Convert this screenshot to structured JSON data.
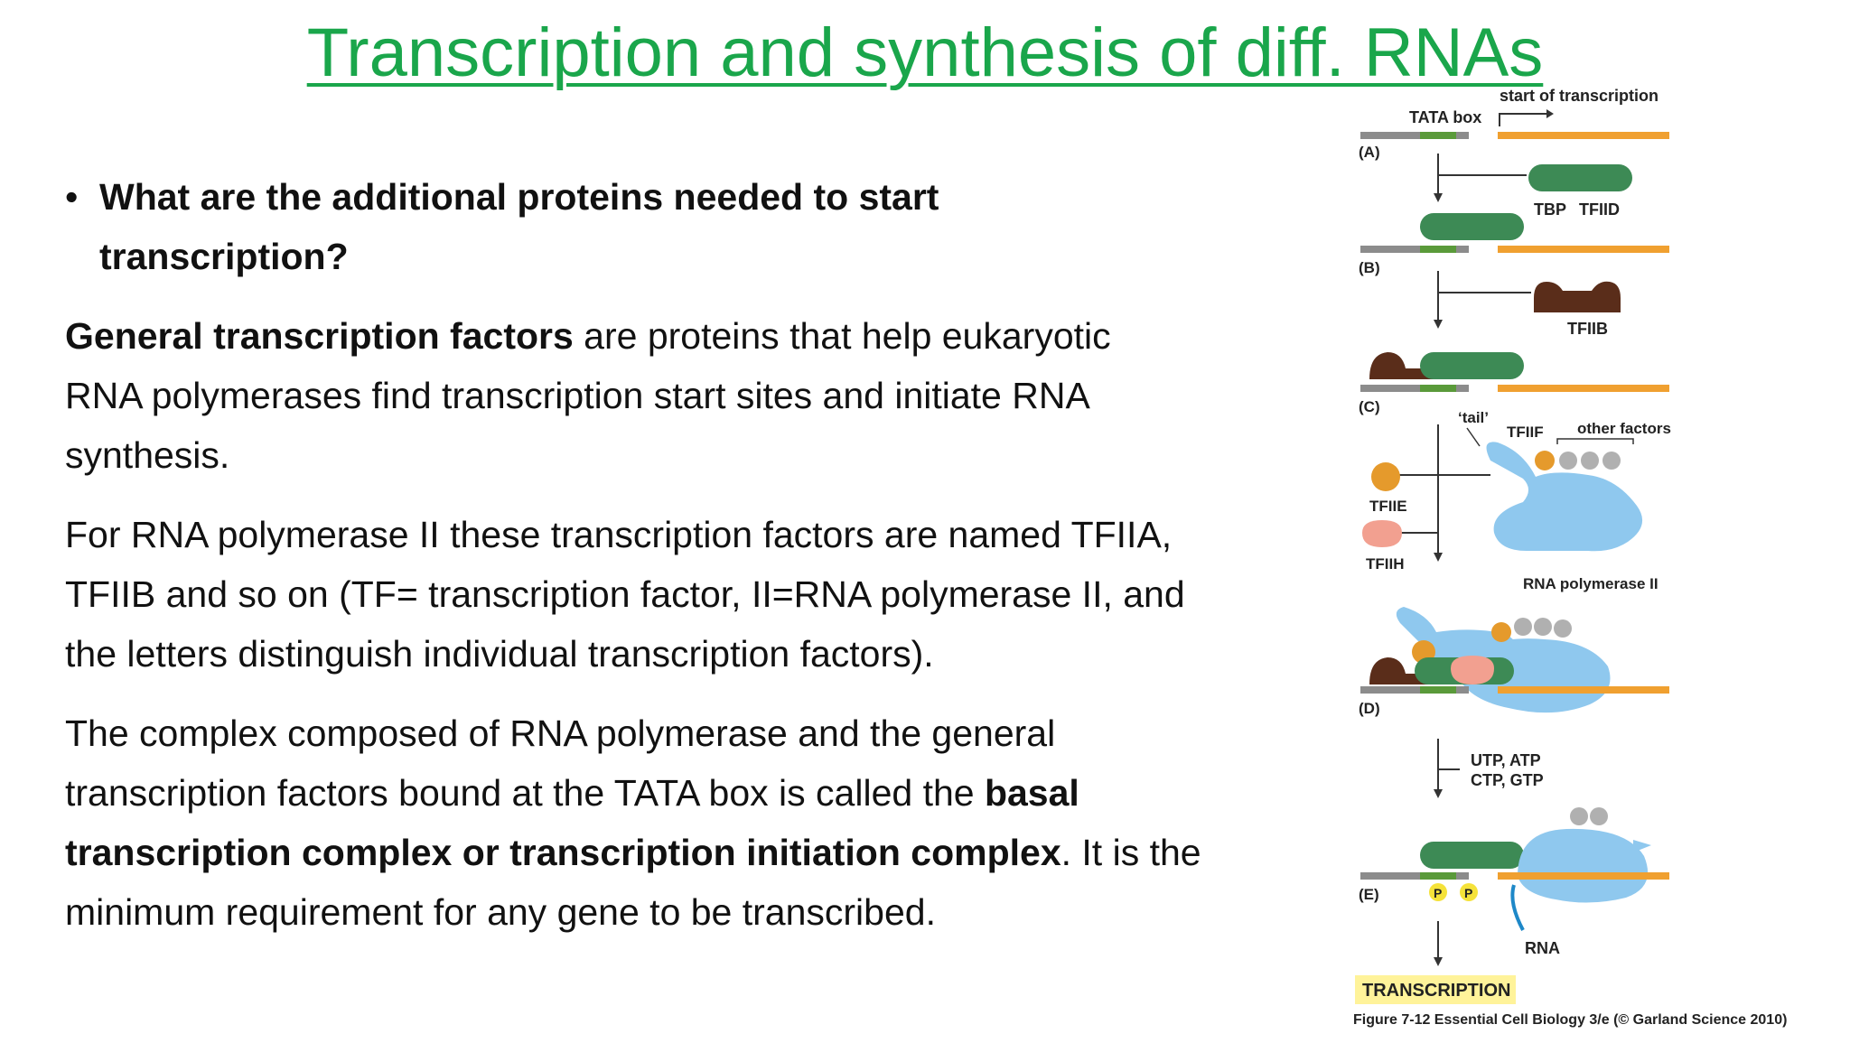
{
  "slide": {
    "title": "Transcription and synthesis of diff. RNAs",
    "bullet": "What are the additional proteins needed to start transcription?",
    "para1": {
      "bold": "General transcription factors",
      "rest": " are proteins that help eukaryotic RNA polymerases find transcription start sites and initiate RNA synthesis."
    },
    "para2": "For RNA polymerase II these transcription factors are named TFIIA, TFIIB and so on (TF= transcription factor, II=RNA polymerase II, and the letters distinguish individual transcription factors).",
    "para3": {
      "pre": "The complex composed of RNA polymerase and the general transcription factors bound at the TATA box is called the ",
      "bold": "basal transcription complex or transcription initiation complex",
      "post": ".  It is the minimum requirement for any gene to be transcribed."
    }
  },
  "figure": {
    "labels": {
      "start": "start of transcription",
      "tata": "TATA box",
      "a": "(A)",
      "b": "(B)",
      "c": "(C)",
      "d": "(D)",
      "e": "(E)",
      "tbp": "TBP",
      "tfiid": "TFIID",
      "tfiib": "TFIIB",
      "tail": "‘tail’",
      "tfiif": "TFIIF",
      "other": "other factors",
      "tfiie": "TFIIE",
      "tfiih": "TFIIH",
      "pol2": "RNA polymerase II",
      "utp": "UTP, ATP",
      "ctp": "CTP, GTP",
      "p1": "P",
      "p2": "P",
      "rna": "RNA",
      "transcription": "TRANSCRIPTION",
      "caption": "Figure 7-12  Essential Cell Biology 3/e (© Garland Science 2010)"
    },
    "colors": {
      "dna_gray": "#8c8c8c",
      "dna_orange": "#f0a030",
      "tata_green": "#5a9a3a",
      "tfiid": "#3d8a55",
      "tfiib": "#5a2d1a",
      "tfiif": "#e59a2c",
      "tfiih": "#f2a090",
      "pol2": "#8fc8ee",
      "phosphate": "#f5e23a",
      "highlight": "#fff39a"
    }
  }
}
